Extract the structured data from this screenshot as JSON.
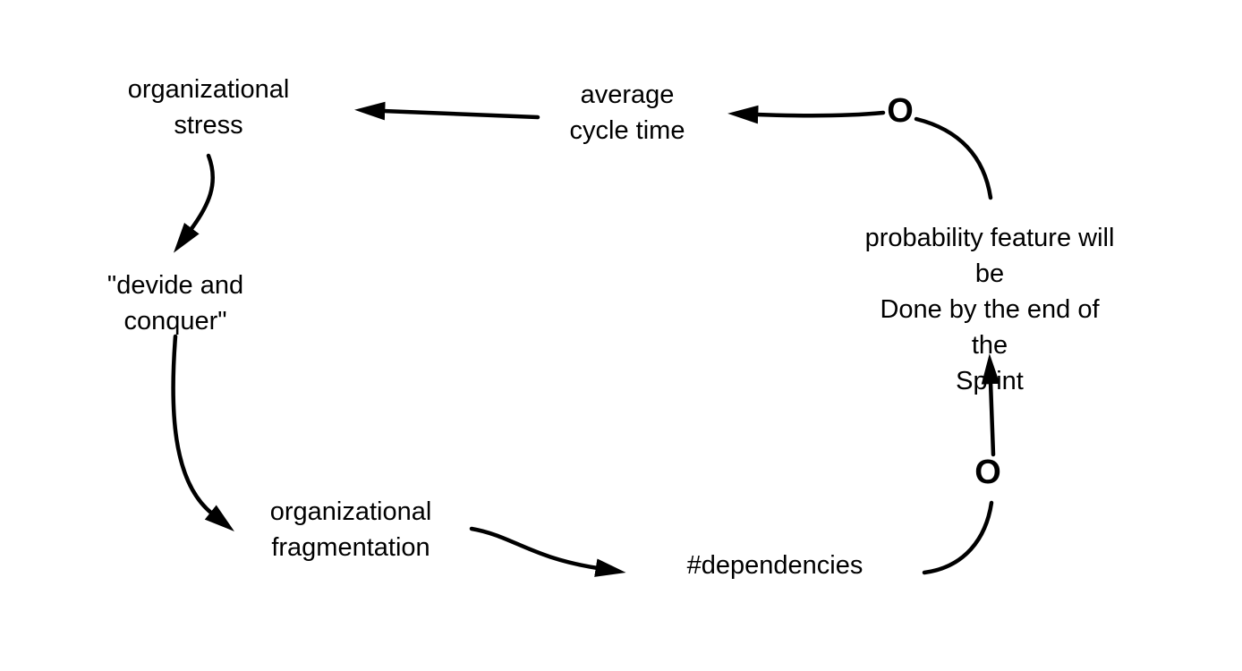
{
  "diagram": {
    "type": "causal-loop",
    "background_color": "#ffffff",
    "stroke_color": "#000000",
    "text_color": "#000000",
    "nodes": [
      {
        "id": "organizational-stress",
        "label": "organizational\nstress"
      },
      {
        "id": "average-cycle-time",
        "label": "average\ncycle time"
      },
      {
        "id": "probability-feature-done",
        "label": "probability feature will be\nDone by the end of the\nSprint"
      },
      {
        "id": "devide-and-conquer",
        "label": "\"devide and\nconquer\""
      },
      {
        "id": "organizational-fragmentation",
        "label": "organizational\nfragmentation"
      },
      {
        "id": "dependencies",
        "label": "#dependencies"
      }
    ],
    "edges": [
      {
        "from": "average-cycle-time",
        "to": "organizational-stress"
      },
      {
        "from": "probability-feature-done",
        "to": "average-cycle-time",
        "polarity": "O"
      },
      {
        "from": "organizational-stress",
        "to": "devide-and-conquer"
      },
      {
        "from": "devide-and-conquer",
        "to": "organizational-fragmentation"
      },
      {
        "from": "organizational-fragmentation",
        "to": "dependencies"
      },
      {
        "from": "dependencies",
        "to": "probability-feature-done",
        "polarity": "O"
      }
    ]
  }
}
